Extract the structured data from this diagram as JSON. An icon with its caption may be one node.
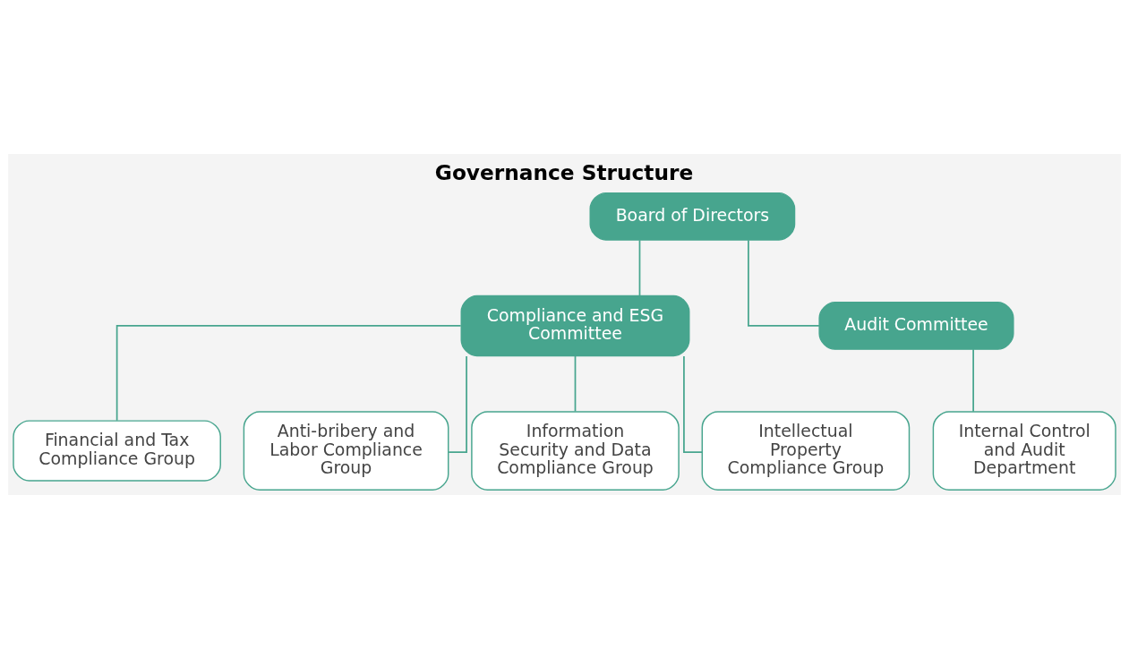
{
  "diagram": {
    "title": "Governance Structure",
    "nodes": [
      {
        "text": [
          "Board of Directors"
        ]
      },
      {
        "text": [
          "Compliance and ESG Committee"
        ]
      },
      {
        "text": [
          "Audit Committee"
        ]
      },
      {
        "text": [
          "Financial and Tax Compliance Group"
        ]
      },
      {
        "text": [
          "Anti-bribery and Labor Compliance Group"
        ]
      },
      {
        "text": [
          "Information Security and Data Compliance Group"
        ]
      },
      {
        "text": [
          "Intellectual Property Compliance Group"
        ]
      },
      {
        "text": [
          "Internal Control and Audit Department"
        ]
      }
    ],
    "edges": [
      {
        "from": 0,
        "to": 1,
        "arrow": "none"
      },
      {
        "from": 0,
        "to": 2,
        "arrow": "none"
      },
      {
        "from": 1,
        "to": 3,
        "arrow": "none"
      },
      {
        "from": 1,
        "to": 4,
        "arrow": "none"
      },
      {
        "from": 1,
        "to": 5,
        "arrow": "none"
      },
      {
        "from": 1,
        "to": 6,
        "arrow": "none"
      },
      {
        "from": 2,
        "to": 7,
        "arrow": "none"
      }
    ]
  }
}
